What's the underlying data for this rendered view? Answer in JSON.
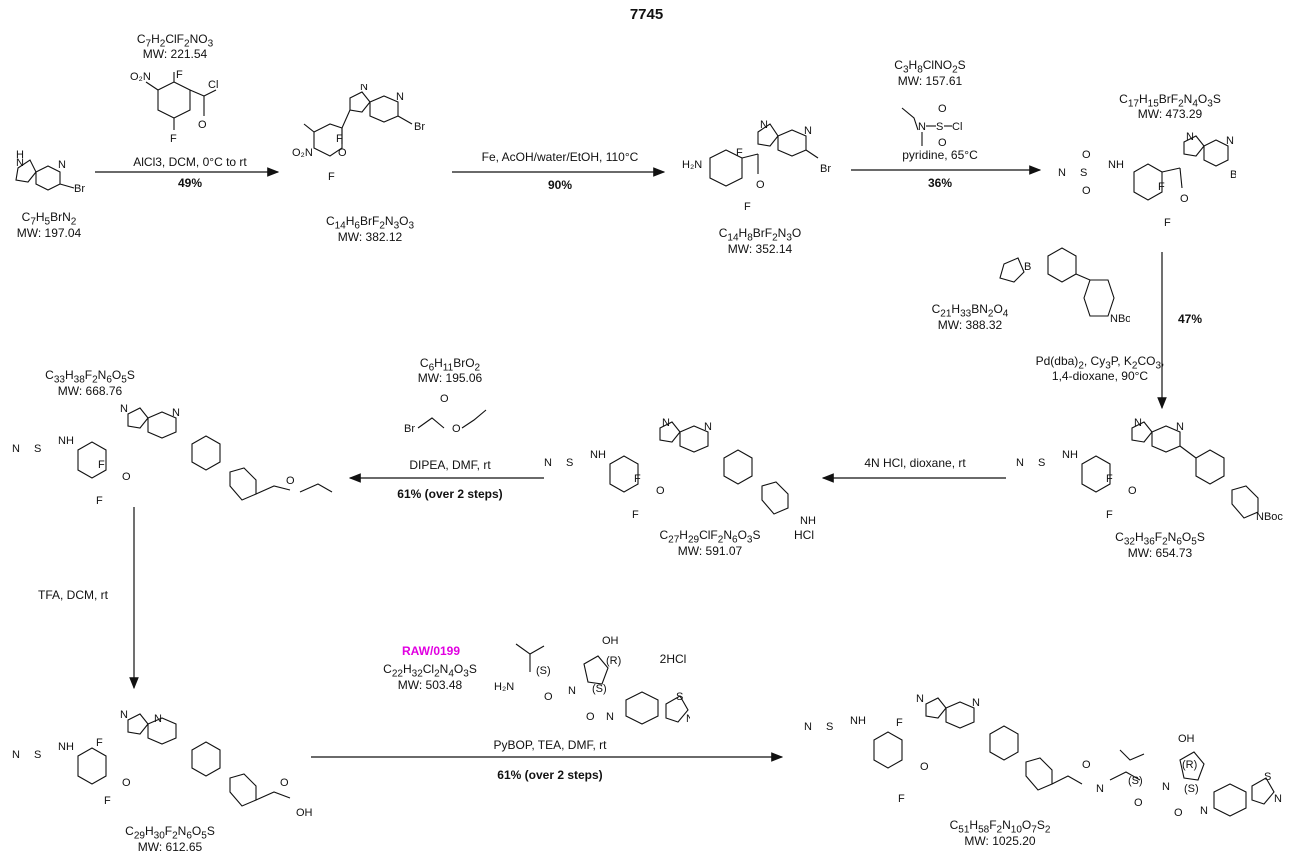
{
  "title": "7745",
  "compounds": {
    "sm1": {
      "formula": "C7H5BrN2",
      "formula_html": "C<sub>7</sub>H<sub>5</sub>BrN<sub>2</sub>",
      "mw": "MW: 197.04"
    },
    "reagent1": {
      "formula_html": "C<sub>7</sub>H<sub>2</sub>ClF<sub>2</sub>NO<sub>3</sub>",
      "mw": "MW: 221.54"
    },
    "int1": {
      "formula_html": "C<sub>14</sub>H<sub>6</sub>BrF<sub>2</sub>N<sub>3</sub>O<sub>3</sub>",
      "mw": "MW: 382.12"
    },
    "int2": {
      "formula_html": "C<sub>14</sub>H<sub>8</sub>BrF<sub>2</sub>N<sub>3</sub>O",
      "mw": "MW: 352.14"
    },
    "reagent2": {
      "formula_html": "C<sub>3</sub>H<sub>8</sub>ClNO<sub>2</sub>S",
      "mw": "MW: 157.61"
    },
    "int3": {
      "formula_html": "C<sub>17</sub>H<sub>15</sub>BrF<sub>2</sub>N<sub>4</sub>O<sub>3</sub>S",
      "mw": "MW: 473.29"
    },
    "reagent3": {
      "formula_html": "C<sub>21</sub>H<sub>33</sub>BN<sub>2</sub>O<sub>4</sub>",
      "mw": "MW: 388.32"
    },
    "int4": {
      "formula_html": "C<sub>32</sub>H<sub>36</sub>F<sub>2</sub>N<sub>6</sub>O<sub>5</sub>S",
      "mw": "MW: 654.73"
    },
    "int5": {
      "formula_html": "C<sub>27</sub>H<sub>29</sub>ClF<sub>2</sub>N<sub>6</sub>O<sub>3</sub>S",
      "mw": "MW: 591.07",
      "salt": "HCl"
    },
    "reagent4": {
      "formula_html": "C<sub>6</sub>H<sub>11</sub>BrO<sub>2</sub>",
      "mw": "MW: 195.06"
    },
    "int6": {
      "formula_html": "C<sub>33</sub>H<sub>38</sub>F<sub>2</sub>N<sub>6</sub>O<sub>5</sub>S",
      "mw": "MW: 668.76"
    },
    "int7": {
      "formula_html": "C<sub>29</sub>H<sub>30</sub>F<sub>2</sub>N<sub>6</sub>O<sub>5</sub>S",
      "mw": "MW: 612.65"
    },
    "reagent5": {
      "code": "RAW/0199",
      "formula_html": "C<sub>22</sub>H<sub>32</sub>Cl<sub>2</sub>N<sub>4</sub>O<sub>3</sub>S",
      "mw": "MW: 503.48",
      "salt": "2HCl"
    },
    "product": {
      "formula_html": "C<sub>51</sub>H<sub>58</sub>F<sub>2</sub>N<sub>10</sub>O<sub>7</sub>S<sub>2</sub>",
      "mw": "MW: 1025.20"
    }
  },
  "steps": {
    "s1": {
      "conditions": "AlCl3, DCM, 0°C to rt",
      "yield": "49%"
    },
    "s2": {
      "conditions": "Fe, AcOH/water/EtOH, 110°C",
      "yield": "90%"
    },
    "s3": {
      "conditions": "pyridine, 65°C",
      "yield": "36%"
    },
    "s4": {
      "conditions_line1": "Pd(dba)2, Cy3P, K2CO3,",
      "conditions_line1_html": "Pd(dba)<sub>2</sub>, Cy<sub>3</sub>P, K<sub>2</sub>CO<sub>3</sub>,",
      "conditions_line2": "1,4-dioxane, 90°C",
      "yield": "47%"
    },
    "s5": {
      "conditions": "4N HCl, dioxane, rt"
    },
    "s6": {
      "conditions": "DIPEA, DMF, rt",
      "yield": "61% (over 2 steps)"
    },
    "s7": {
      "conditions": "TFA, DCM, rt"
    },
    "s8": {
      "conditions": "PyBOP, TEA, DMF, rt",
      "yield": "61% (over 2 steps)"
    }
  }
}
